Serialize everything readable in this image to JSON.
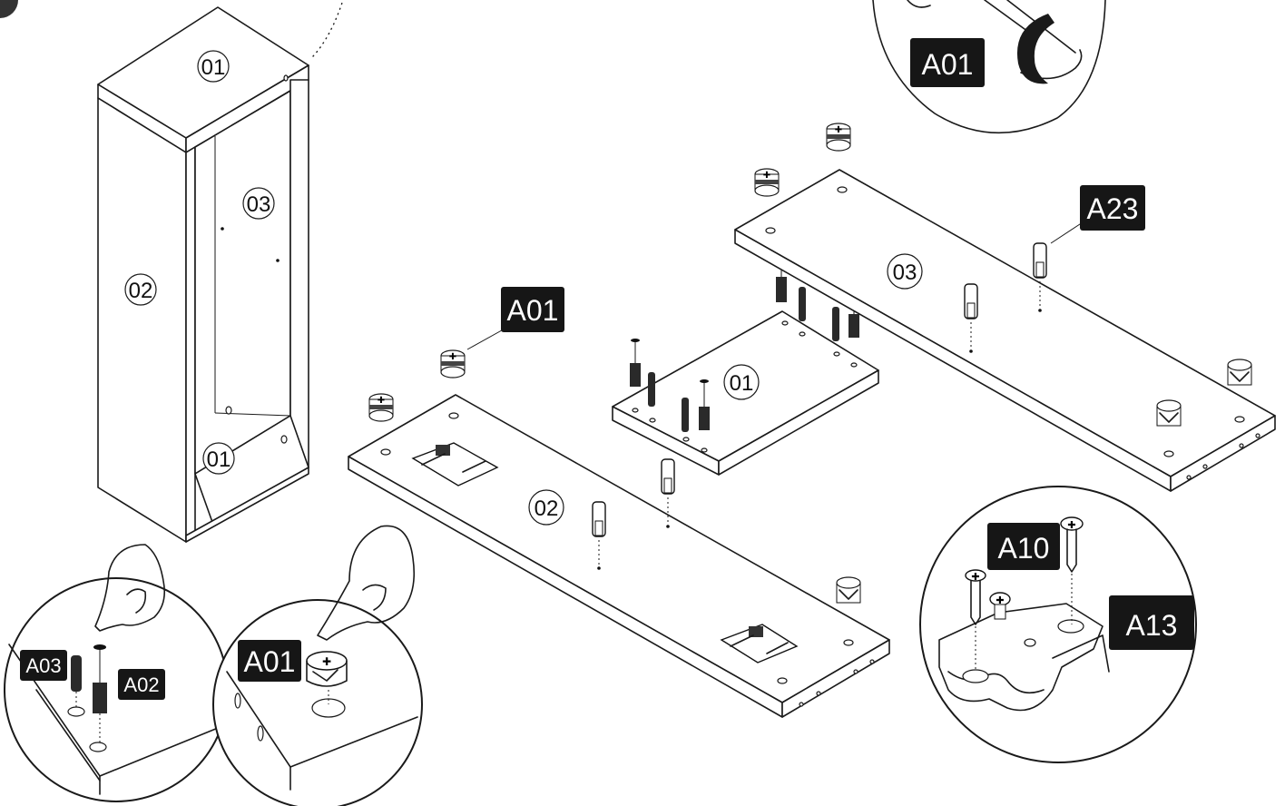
{
  "panels": {
    "top_label": "01",
    "side_label": "02",
    "back_label": "03",
    "bottom_label": "01",
    "board_02_label": "02",
    "board_01_label": "01",
    "board_03_label": "03"
  },
  "parts": {
    "cam_lock": "A01",
    "cam_bolt": "A02",
    "dowel": "A03",
    "screw": "A10",
    "hinge_plate": "A13",
    "shelf_pin": "A23"
  },
  "detail_callouts": {
    "top_right_part": "A01",
    "bottom_left_part_1": "A03",
    "bottom_left_part_2": "A02",
    "bottom_middle_part": "A01",
    "bottom_right_part_1": "A10",
    "bottom_right_part_2": "A13"
  },
  "board_callouts": {
    "board_02_part": "A01",
    "board_03_part": "A23"
  }
}
